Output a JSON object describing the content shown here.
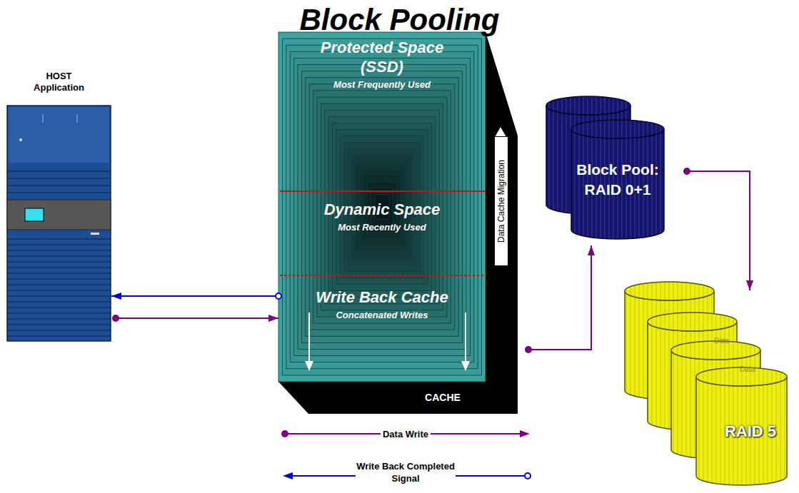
{
  "diagram": {
    "title": "Block Pooling",
    "nodes": [
      {
        "text": [
          "HOST Application"
        ]
      },
      {
        "text": [
          "CACHE"
        ]
      },
      {
        "text": [
          "Protected Space (SSD)",
          "Most Frequently Used"
        ],
        "in": 1
      },
      {
        "text": [
          "Dynamic Space",
          "Most Recently Used"
        ],
        "in": 1
      },
      {
        "text": [
          "Write Back Cache",
          "Concatenated Writes"
        ],
        "in": 1
      },
      {
        "text": [
          "Block Pool: RAID 0+1"
        ]
      },
      {
        "text": [
          "RAID 5"
        ]
      }
    ],
    "edges": [
      {
        "from": 0,
        "to": 1,
        "arrow": "to"
      },
      {
        "from": 1,
        "to": 0,
        "arrow": "to"
      },
      {
        "from": 1,
        "to": 5,
        "arrow": "to"
      },
      {
        "from": 5,
        "to": 6,
        "arrow": "to"
      }
    ],
    "labels": [
      "Data Cache Migration",
      "Data",
      "Data"
    ],
    "legend": [
      {
        "text": "Data Write"
      },
      {
        "text": "Write Back Completed Signal"
      }
    ]
  }
}
